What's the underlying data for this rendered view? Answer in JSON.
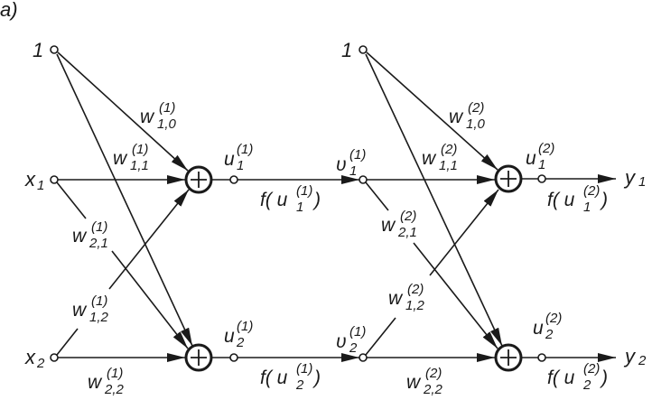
{
  "panel_label": "a)",
  "inputs": {
    "bias1": "1",
    "bias2": "1",
    "x1": {
      "base": "x",
      "sub": "1"
    },
    "x2": {
      "base": "x",
      "sub": "2"
    }
  },
  "layer1": {
    "weights": {
      "w10": {
        "base": "w",
        "sup": "(1)",
        "sub": "1,0"
      },
      "w11": {
        "base": "w",
        "sup": "(1)",
        "sub": "1,1"
      },
      "w21": {
        "base": "w",
        "sup": "(1)",
        "sub": "2,1"
      },
      "w12": {
        "base": "w",
        "sup": "(1)",
        "sub": "1,2"
      },
      "w22": {
        "base": "w",
        "sup": "(1)",
        "sub": "2,2"
      }
    },
    "u1": {
      "base": "u",
      "sup": "(1)",
      "sub": "1"
    },
    "u2": {
      "base": "u",
      "sup": "(1)",
      "sub": "2"
    },
    "f1": {
      "pre": "f( u",
      "sup": "(1)",
      "sub": "1",
      "post": ")"
    },
    "f2": {
      "pre": "f( u",
      "sup": "(1)",
      "sub": "2",
      "post": ")"
    }
  },
  "hidden": {
    "v1": {
      "base": "υ",
      "sup": "(1)",
      "sub": "1"
    },
    "v2": {
      "base": "υ",
      "sup": "(1)",
      "sub": "2"
    }
  },
  "layer2": {
    "weights": {
      "w10": {
        "base": "w",
        "sup": "(2)",
        "sub": "1,0"
      },
      "w11": {
        "base": "w",
        "sup": "(2)",
        "sub": "1,1"
      },
      "w21": {
        "base": "w",
        "sup": "(2)",
        "sub": "2,1"
      },
      "w12": {
        "base": "w",
        "sup": "(2)",
        "sub": "1,2"
      },
      "w22": {
        "base": "w",
        "sup": "(2)",
        "sub": "2,2"
      }
    },
    "u1": {
      "base": "u",
      "sup": "(2)",
      "sub": "1"
    },
    "u2": {
      "base": "u",
      "sup": "(2)",
      "sub": "2"
    },
    "f1": {
      "pre": "f( u",
      "sup": "(2)",
      "sub": "1",
      "post": ")"
    },
    "f2": {
      "pre": "f( u",
      "sup": "(2)",
      "sub": "2",
      "post": ")"
    }
  },
  "outputs": {
    "y1": {
      "base": "y",
      "sub": "1"
    },
    "y2": {
      "base": "y",
      "sub": "2"
    }
  },
  "sum_symbol": "+"
}
